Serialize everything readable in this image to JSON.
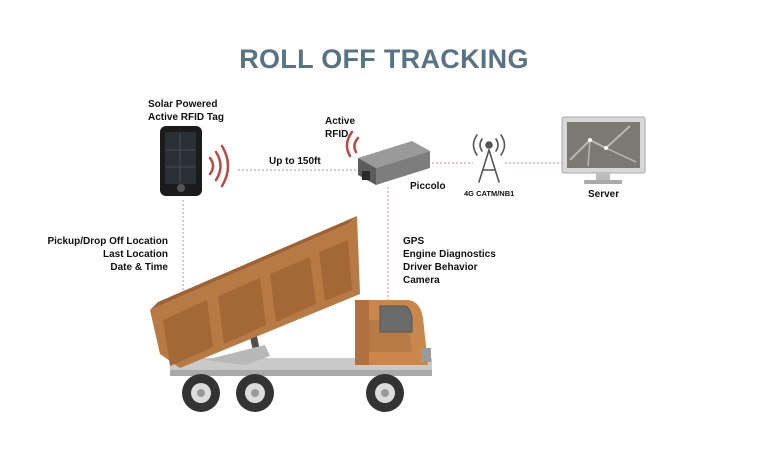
{
  "title": "ROLL OFF TRACKING",
  "tag_label": [
    "Solar Powered",
    "Active RFID Tag"
  ],
  "range_label": "Up to 150ft",
  "active_rfid_label": [
    "Active",
    "RFID"
  ],
  "device_label": "Piccolo",
  "network_label": "4G CATM/NB1",
  "server_label": "Server",
  "tag_data_labels": [
    "Pickup/Drop Off Location",
    "Last Location",
    "Date & Time"
  ],
  "device_data_labels": [
    "GPS",
    "Engine Diagnostics",
    "Driver Behavior",
    "Camera"
  ],
  "colors": {
    "title": "#587384",
    "rfid_waves": "#b84a47",
    "dump_bed": "#b87a44",
    "cab": "#c9874c",
    "chassis": "#c9c9c9",
    "tire": "#333333"
  }
}
